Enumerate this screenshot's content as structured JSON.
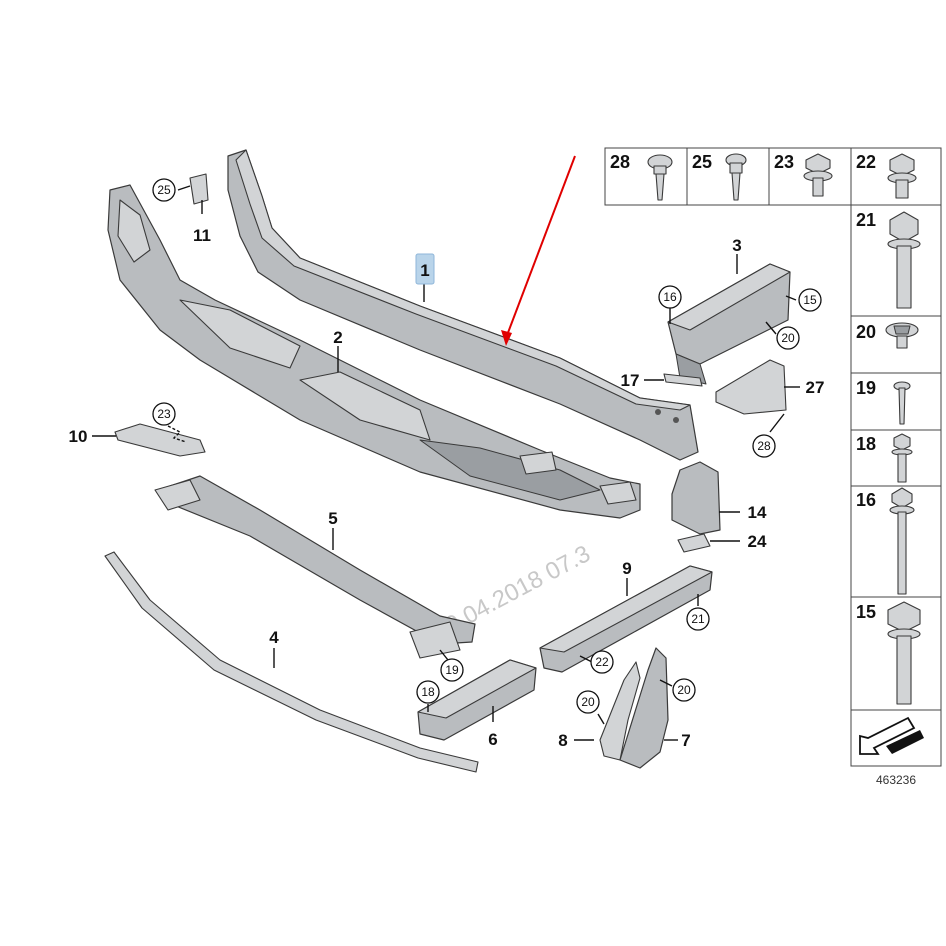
{
  "diagram_id": "463236",
  "watermark": "20.04.2018 07.3",
  "highlighted_part": "1",
  "accent_color": "#e00000",
  "highlight_color": "#b9d4ea",
  "callouts": {
    "p1": "1",
    "p2": "2",
    "p3": "3",
    "p4": "4",
    "p5": "5",
    "p6": "6",
    "p7": "7",
    "p8": "8",
    "p9": "9",
    "p10": "10",
    "p11": "11",
    "p14": "14",
    "p17": "17",
    "p24": "24",
    "p27": "27"
  },
  "circled": {
    "c25": "25",
    "c23": "23",
    "c16": "16",
    "c15": "15",
    "c20a": "20",
    "c28": "28",
    "c21": "21",
    "c22": "22",
    "c19": "19",
    "c18": "18",
    "c20b": "20",
    "c20c": "20"
  },
  "fastener_grid": {
    "top_row": [
      "28",
      "25",
      "23",
      "22"
    ],
    "column": [
      "21",
      "20",
      "19",
      "18",
      "16",
      "15"
    ]
  }
}
